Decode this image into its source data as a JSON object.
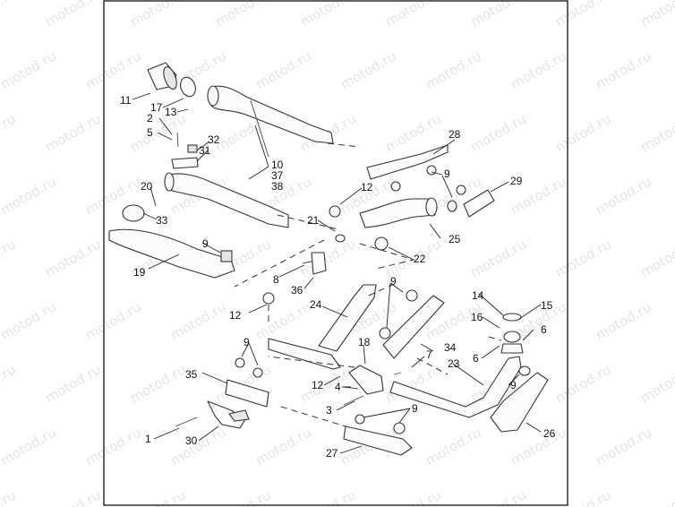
{
  "diagram": {
    "callouts": [
      "11",
      "17",
      "13",
      "2",
      "5",
      "32",
      "31",
      "10",
      "37",
      "38",
      "20",
      "33",
      "9",
      "19",
      "28",
      "9",
      "12",
      "29",
      "21",
      "25",
      "22",
      "8",
      "36",
      "12",
      "9",
      "24",
      "14",
      "15",
      "16",
      "6",
      "6",
      "34",
      "9",
      "18",
      "7",
      "23",
      "12",
      "4",
      "9",
      "35",
      "3",
      "9",
      "1",
      "30",
      "27",
      "26"
    ]
  },
  "watermark": {
    "text": "motod.ru"
  }
}
